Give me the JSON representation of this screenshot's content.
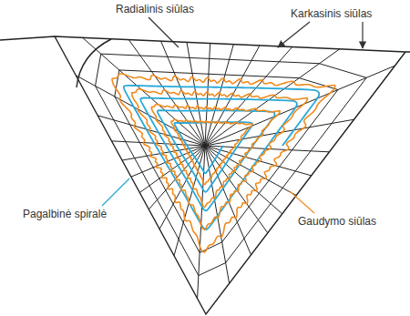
{
  "diagram": {
    "labels": [
      "Radialinis siūlas",
      "Karkasinis siūlas",
      "Pagalbinė spiralė",
      "Gaudymo siūlas"
    ]
  }
}
